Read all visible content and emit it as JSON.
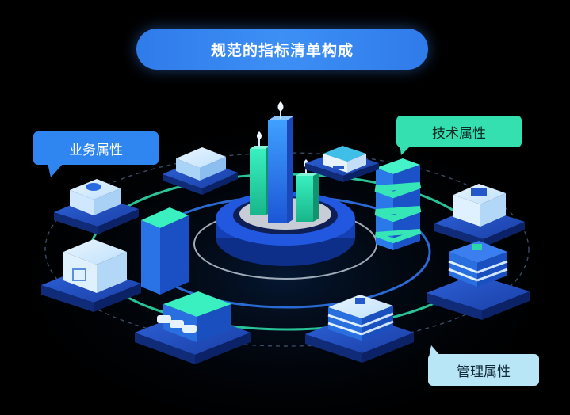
{
  "title": "规范的指标清单构成",
  "callouts": {
    "business": "业务属性",
    "technical": "技术属性",
    "management": "管理属性"
  },
  "colors": {
    "background": "#000000",
    "primary_blue": "#2f7bea",
    "accent_green": "#34e0b0",
    "light_blue": "#b9e6f7"
  },
  "icons": [
    "document-cube",
    "server-stack",
    "bar-chart-hub",
    "database-stack",
    "card-stack",
    "chip-stack"
  ]
}
